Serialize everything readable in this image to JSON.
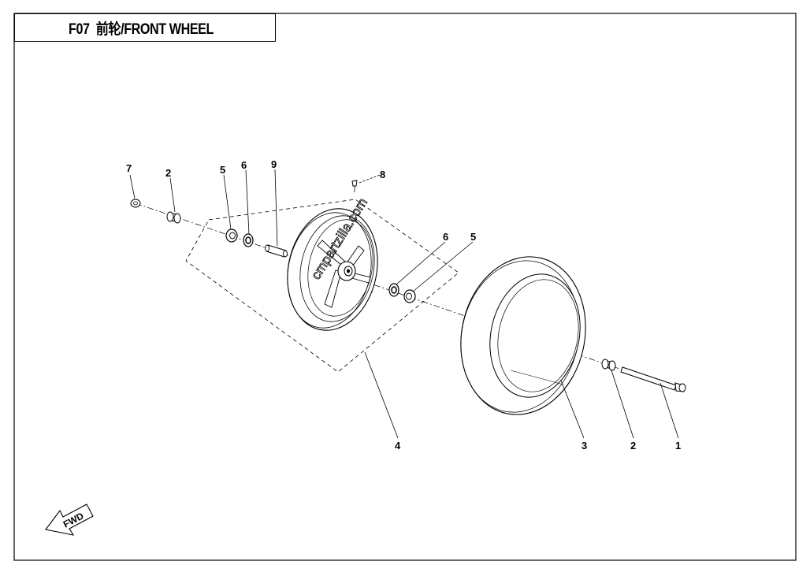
{
  "title": {
    "code": "F07",
    "name": "前轮/FRONT WHEEL"
  },
  "watermark": "cmpartzilla.com",
  "fwd_label": "FWD",
  "callouts": [
    {
      "id": "c7a",
      "text": "7"
    },
    {
      "id": "c2a",
      "text": "2"
    },
    {
      "id": "c5a",
      "text": "5"
    },
    {
      "id": "c6a",
      "text": "6"
    },
    {
      "id": "c9",
      "text": "9"
    },
    {
      "id": "c8",
      "text": "8"
    },
    {
      "id": "c6b",
      "text": "6"
    },
    {
      "id": "c5b",
      "text": "5"
    },
    {
      "id": "c4",
      "text": "4"
    },
    {
      "id": "c3",
      "text": "3"
    },
    {
      "id": "c2b",
      "text": "2"
    },
    {
      "id": "c1",
      "text": "1"
    }
  ],
  "colors": {
    "line": "#000000",
    "watermark": "#000000"
  }
}
